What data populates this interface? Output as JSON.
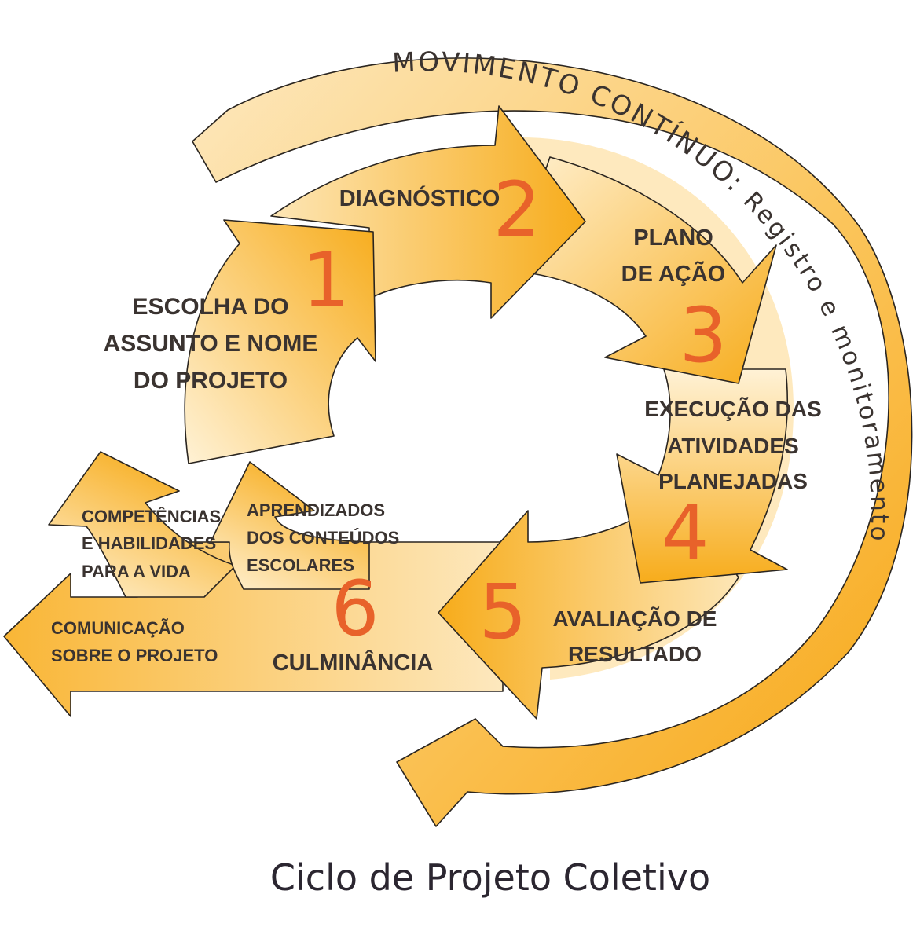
{
  "caption": "Ciclo de Projeto Coletivo",
  "outer_arc": {
    "title": "MOVIMENTO CONTÍNUO:",
    "subtitle": "Registro e monitoramento"
  },
  "steps": [
    {
      "number": "1",
      "lines": [
        "ESCOLHA DO",
        "ASSUNTO E NOME",
        "DO PROJETO"
      ]
    },
    {
      "number": "2",
      "lines": [
        "DIAGNÓSTICO"
      ]
    },
    {
      "number": "3",
      "lines": [
        "PLANO",
        "DE AÇÃO"
      ]
    },
    {
      "number": "4",
      "lines": [
        "EXECUÇÃO DAS",
        "ATIVIDADES",
        "PLANEJADAS"
      ]
    },
    {
      "number": "5",
      "lines": [
        "AVALIAÇÃO DE",
        "RESULTADO"
      ]
    },
    {
      "number": "6",
      "lines": [
        "CULMINÂNCIA"
      ]
    }
  ],
  "outputs": {
    "competencias": [
      "COMPETÊNCIAS",
      "E HABILIDADES",
      "PARA A VIDA"
    ],
    "aprendizados": [
      "APRENDIZADOS",
      "DOS CONTEÚDOS",
      "ESCOLARES"
    ],
    "comunicacao": [
      "COMUNICAÇÃO",
      "SOBRE O PROJETO"
    ]
  },
  "colors": {
    "arrow_dark": "#f7ac1b",
    "arrow_light": "#fde8be",
    "number": "#e8622a",
    "text": "#3a3330",
    "outline": "#2a2520"
  }
}
